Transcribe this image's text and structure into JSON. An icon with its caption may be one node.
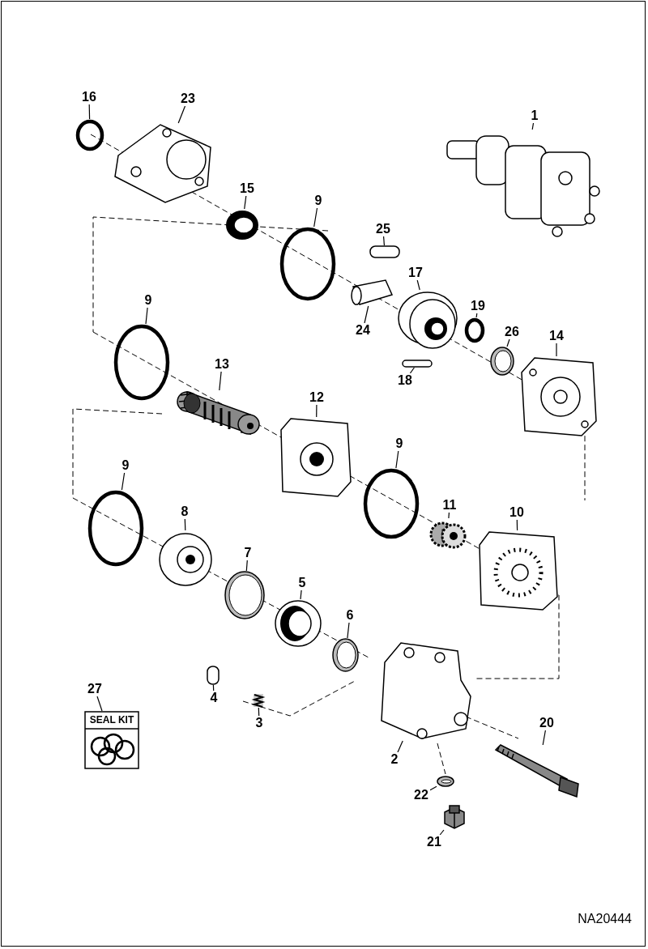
{
  "diagram": {
    "nodes": [
      {
        "text": [
          "16"
        ]
      },
      {
        "text": [],
        "shape": "circle"
      },
      {
        "text": [
          "23"
        ]
      },
      {
        "text": [],
        "shape": "picture"
      },
      {
        "text": [
          "1"
        ]
      },
      {
        "text": [],
        "shape": "picture"
      },
      {
        "text": [
          "15"
        ]
      },
      {
        "text": [],
        "shape": "picture"
      },
      {
        "text": [
          "9"
        ]
      },
      {
        "text": [],
        "shape": "circle"
      },
      {
        "text": [
          "25"
        ]
      },
      {
        "text": [],
        "shape": "box"
      },
      {
        "text": [
          "17"
        ]
      },
      {
        "text": [],
        "shape": "picture"
      },
      {
        "text": [
          "24"
        ]
      },
      {
        "text": [],
        "shape": "picture"
      },
      {
        "text": [
          "19"
        ]
      },
      {
        "text": [],
        "shape": "circle"
      },
      {
        "text": [
          "18"
        ]
      },
      {
        "text": [],
        "shape": "box"
      },
      {
        "text": [
          "26"
        ]
      },
      {
        "text": [],
        "shape": "picture"
      },
      {
        "text": [
          "14"
        ]
      },
      {
        "text": [],
        "shape": "picture"
      },
      {
        "text": [
          "9"
        ]
      },
      {
        "text": [],
        "shape": "circle"
      },
      {
        "text": [
          "13"
        ]
      },
      {
        "text": [],
        "shape": "picture"
      },
      {
        "text": [
          "12"
        ]
      },
      {
        "text": [],
        "shape": "picture"
      },
      {
        "text": [
          "9"
        ]
      },
      {
        "text": [],
        "shape": "circle"
      },
      {
        "text": [
          "11"
        ]
      },
      {
        "text": [],
        "shape": "picture"
      },
      {
        "text": [
          "10"
        ]
      },
      {
        "text": [],
        "shape": "picture"
      },
      {
        "text": [
          "9"
        ]
      },
      {
        "text": [],
        "shape": "circle"
      },
      {
        "text": [
          "8"
        ]
      },
      {
        "text": [],
        "shape": "picture"
      },
      {
        "text": [
          "7"
        ]
      },
      {
        "text": [],
        "shape": "picture"
      },
      {
        "text": [
          "5"
        ]
      },
      {
        "text": [],
        "shape": "picture"
      },
      {
        "text": [
          "6"
        ]
      },
      {
        "text": [],
        "shape": "picture"
      },
      {
        "text": [
          "4"
        ]
      },
      {
        "text": [],
        "shape": "box"
      },
      {
        "text": [
          "3"
        ]
      },
      {
        "text": [],
        "shape": "picture"
      },
      {
        "text": [
          "27"
        ]
      },
      {
        "text": [
          "SEAL KIT"
        ]
      },
      {
        "text": [
          "2"
        ]
      },
      {
        "text": [],
        "shape": "picture"
      },
      {
        "text": [
          "20"
        ]
      },
      {
        "text": [],
        "shape": "picture"
      },
      {
        "text": [
          "22"
        ]
      },
      {
        "text": [],
        "shape": "picture"
      },
      {
        "text": [
          "21"
        ]
      },
      {
        "text": [],
        "shape": "picture"
      }
    ],
    "edges": [
      {
        "from": 0,
        "to": 1,
        "arrow": "none"
      },
      {
        "from": 2,
        "to": 3,
        "arrow": "none"
      },
      {
        "from": 4,
        "to": 5,
        "arrow": "none"
      },
      {
        "from": 6,
        "to": 7,
        "arrow": "none"
      },
      {
        "from": 8,
        "to": 9,
        "arrow": "none"
      },
      {
        "from": 10,
        "to": 11,
        "arrow": "none"
      },
      {
        "from": 12,
        "to": 13,
        "arrow": "none"
      },
      {
        "from": 14,
        "to": 15,
        "arrow": "none"
      },
      {
        "from": 16,
        "to": 17,
        "arrow": "none"
      },
      {
        "from": 18,
        "to": 19,
        "arrow": "none"
      },
      {
        "from": 20,
        "to": 21,
        "arrow": "none"
      },
      {
        "from": 22,
        "to": 23,
        "arrow": "none"
      },
      {
        "from": 24,
        "to": 25,
        "arrow": "none"
      },
      {
        "from": 26,
        "to": 27,
        "arrow": "none"
      },
      {
        "from": 28,
        "to": 29,
        "arrow": "none"
      },
      {
        "from": 30,
        "to": 31,
        "arrow": "none"
      },
      {
        "from": 32,
        "to": 33,
        "arrow": "none"
      },
      {
        "from": 34,
        "to": 35,
        "arrow": "none"
      },
      {
        "from": 36,
        "to": 37,
        "arrow": "none"
      },
      {
        "from": 38,
        "to": 39,
        "arrow": "none"
      },
      {
        "from": 40,
        "to": 41,
        "arrow": "none"
      },
      {
        "from": 42,
        "to": 43,
        "arrow": "none"
      },
      {
        "from": 44,
        "to": 45,
        "arrow": "none"
      },
      {
        "from": 46,
        "to": 47,
        "arrow": "none"
      },
      {
        "from": 48,
        "to": 49,
        "arrow": "none"
      },
      {
        "from": 50,
        "to": 51,
        "arrow": "none"
      },
      {
        "from": 52,
        "to": 53,
        "arrow": "none"
      },
      {
        "from": 54,
        "to": 55,
        "arrow": "none"
      },
      {
        "from": 56,
        "to": 57,
        "arrow": "none"
      },
      {
        "from": 58,
        "to": 59,
        "arrow": "none"
      }
    ],
    "labels": [
      "NA20444"
    ]
  }
}
